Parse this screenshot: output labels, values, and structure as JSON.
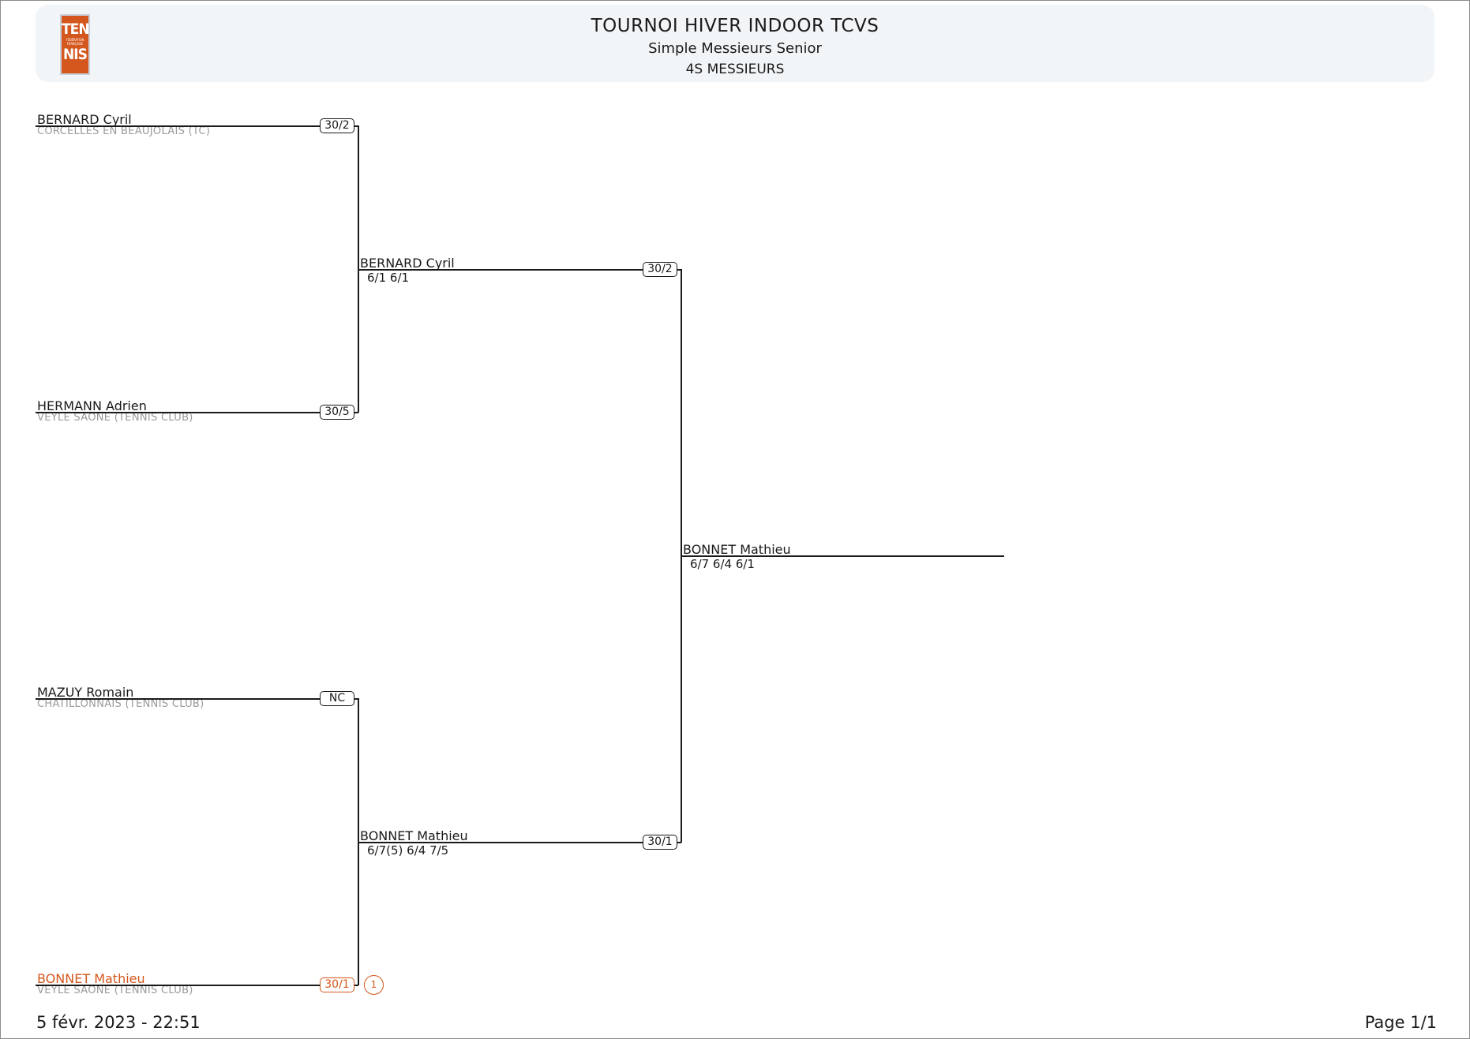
{
  "header": {
    "title": "TOURNOI HIVER INDOOR TCVS",
    "subtitle": "Simple Messieurs Senior",
    "event": "4S MESSIEURS",
    "logo": {
      "top": "TEN",
      "middle": "FÉDÉRATION FRANÇAISE",
      "bottom": "NIS"
    }
  },
  "round1": [
    {
      "name": "BERNARD Cyril",
      "club": "CORCELLES EN BEAUJOLAIS (TC)",
      "rank": "30/2"
    },
    {
      "name": "HERMANN Adrien",
      "club": "VEYLE SAONE (TENNIS CLUB)",
      "rank": "30/5"
    },
    {
      "name": "MAZUY Romain",
      "club": "CHATILLONNAIS (TENNIS CLUB)",
      "rank": "NC"
    },
    {
      "name": "BONNET Mathieu",
      "club": "VEYLE SAONE (TENNIS CLUB)",
      "rank": "30/1",
      "seed": "1"
    }
  ],
  "round2": [
    {
      "name": "BERNARD Cyril",
      "score": "6/1 6/1",
      "rank": "30/2"
    },
    {
      "name": "BONNET Mathieu",
      "score": "6/7(5) 6/4 7/5",
      "rank": "30/1"
    }
  ],
  "final": {
    "name": "BONNET Mathieu",
    "score": "6/7 6/4 6/1"
  },
  "footer": {
    "date": "5 févr. 2023 - 22:51",
    "page": "Page 1/1"
  },
  "colors": {
    "accent": "#d4571d",
    "header_bg": "#f2f5f8",
    "club_text": "#9a9a9a"
  }
}
